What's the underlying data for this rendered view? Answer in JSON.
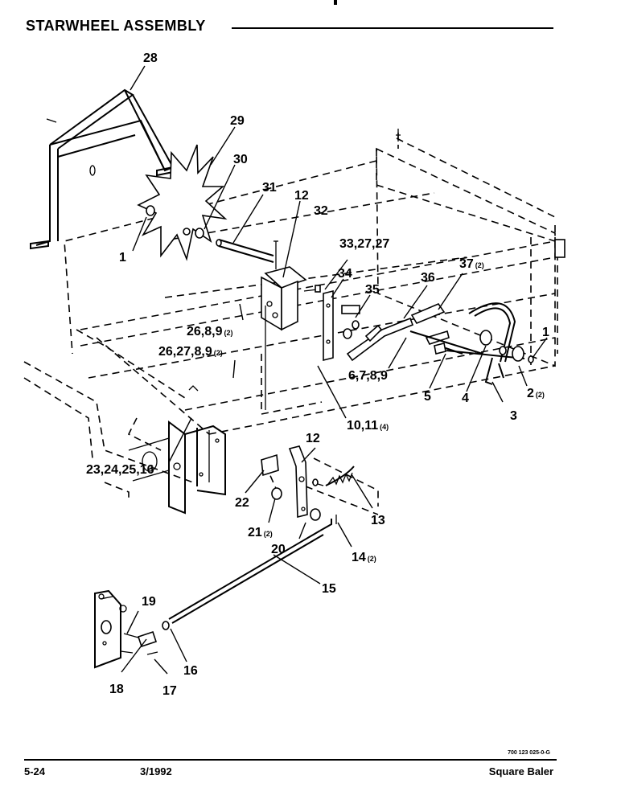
{
  "page_title": "STARWHEEL ASSEMBLY",
  "footer": {
    "page_number": "5-24",
    "date": "3/1992",
    "product": "Square Baler",
    "drawing_code": "700 123 025-0-G"
  },
  "callouts": [
    {
      "id": "c28",
      "text": "28",
      "sub": ""
    },
    {
      "id": "c29",
      "text": "29",
      "sub": ""
    },
    {
      "id": "c30",
      "text": "30",
      "sub": ""
    },
    {
      "id": "c31",
      "text": "31",
      "sub": ""
    },
    {
      "id": "c12a",
      "text": "12",
      "sub": ""
    },
    {
      "id": "c32",
      "text": "32",
      "sub": ""
    },
    {
      "id": "c1a",
      "text": "1",
      "sub": ""
    },
    {
      "id": "c33",
      "text": "33,27,27",
      "sub": ""
    },
    {
      "id": "c34",
      "text": "34",
      "sub": ""
    },
    {
      "id": "c35",
      "text": "35",
      "sub": ""
    },
    {
      "id": "c36",
      "text": "36",
      "sub": ""
    },
    {
      "id": "c37",
      "text": "37",
      "sub": "(2)"
    },
    {
      "id": "c1b",
      "text": "1",
      "sub": ""
    },
    {
      "id": "c26a",
      "text": "26,8,9",
      "sub": "(2)"
    },
    {
      "id": "c26b",
      "text": "26,27,8,9",
      "sub": "(2)"
    },
    {
      "id": "c6",
      "text": "6,7,8,9",
      "sub": ""
    },
    {
      "id": "c2",
      "text": "2",
      "sub": "(2)"
    },
    {
      "id": "c5",
      "text": "5",
      "sub": ""
    },
    {
      "id": "c4",
      "text": "4",
      "sub": ""
    },
    {
      "id": "c3",
      "text": "3",
      "sub": ""
    },
    {
      "id": "c10",
      "text": "10,11",
      "sub": "(4)"
    },
    {
      "id": "c12b",
      "text": "12",
      "sub": ""
    },
    {
      "id": "c23",
      "text": "23,24,25,16",
      "sub": ""
    },
    {
      "id": "c22",
      "text": "22",
      "sub": ""
    },
    {
      "id": "c13",
      "text": "13",
      "sub": ""
    },
    {
      "id": "c21",
      "text": "21",
      "sub": "(2)"
    },
    {
      "id": "c20",
      "text": "20",
      "sub": ""
    },
    {
      "id": "c14",
      "text": "14",
      "sub": "(2)"
    },
    {
      "id": "c15",
      "text": "15",
      "sub": ""
    },
    {
      "id": "c19",
      "text": "19",
      "sub": ""
    },
    {
      "id": "c16",
      "text": "16",
      "sub": ""
    },
    {
      "id": "c18",
      "text": "18",
      "sub": ""
    },
    {
      "id": "c17",
      "text": "17",
      "sub": ""
    }
  ]
}
